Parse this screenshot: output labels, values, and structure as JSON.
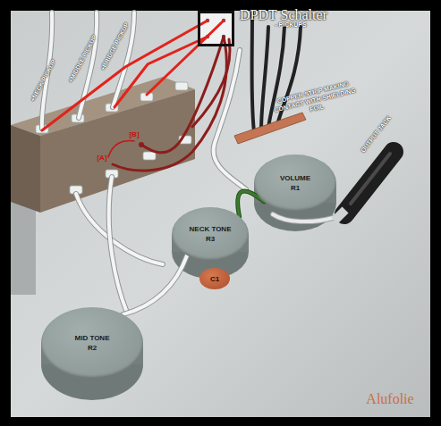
{
  "diagram": {
    "nodes": [
      {
        "text": [
          "DPDT Schalter"
        ]
      },
      {
        "text": [
          "VOLUME",
          "R1"
        ]
      },
      {
        "text": [
          "NECK TONE",
          "R3"
        ]
      },
      {
        "text": [
          "MID TONE",
          "R2"
        ]
      },
      {
        "text": [
          "C1"
        ]
      }
    ],
    "edges": [
      {
        "from": 2,
        "to": 1,
        "arrow": "none"
      },
      {
        "from": 3,
        "to": 2,
        "arrow": "none"
      }
    ],
    "labels": [
      "- PICKUPS",
      "+BRIDGE PICKUP",
      "+MIDDLE PICKUP",
      "+NECK PICKUP",
      "[B]",
      "[A]",
      "COPPER STRIP MAKING CONTACT WITH SHIELDING FOIL",
      "OUTPUT JACK",
      "Alufolie"
    ]
  }
}
